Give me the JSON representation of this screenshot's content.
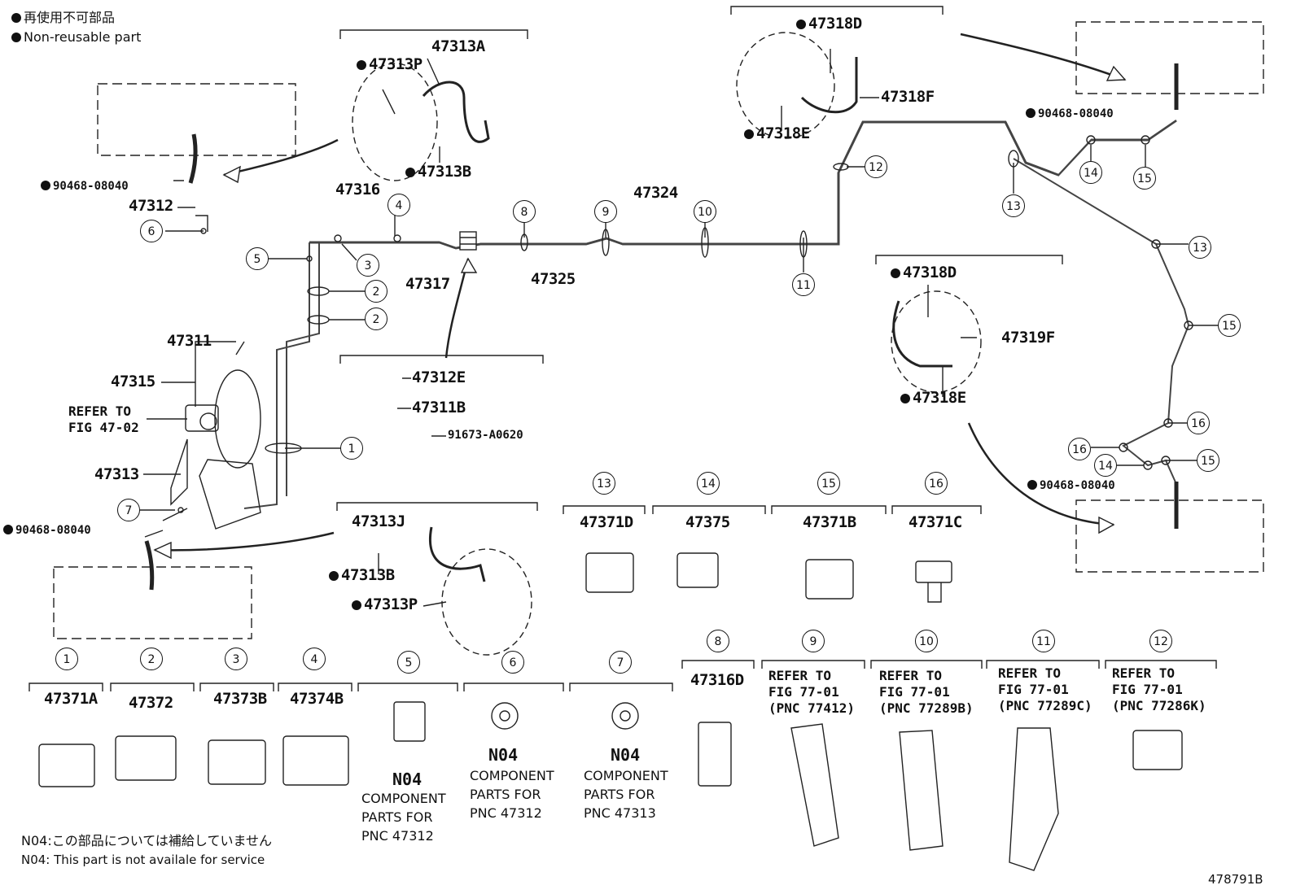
{
  "legend": {
    "line_jp": "再使用不可部品",
    "line_en": "Non-reusable part"
  },
  "footnote": {
    "line_jp": "N04:この部品については補給していません",
    "line_en": "N04: This part is not availale for service"
  },
  "figure_id": "478791B",
  "upper_labels": {
    "p47313A": "47313A",
    "p47313P": "47313P",
    "p47313B": "47313B",
    "p90468_tl": "90468-08040",
    "p47312": "47312",
    "p47316": "47316",
    "p47317": "47317",
    "p47324": "47324",
    "p47325": "47325",
    "p47311": "47311",
    "p47315": "47315",
    "refer_47_02": "REFER TO\nFIG 47-02",
    "p47313": "47313",
    "p90468_bl": "90468-08040",
    "p47318D_top": "47318D",
    "p47318F": "47318F",
    "p47318E_top": "47318E",
    "p90468_tr": "90468-08040",
    "p47318D_mid": "47318D",
    "p47319F": "47319F",
    "p47318E_mid": "47318E",
    "p90468_br": "90468-08040",
    "p47312E": "47312E",
    "p47311B": "47311B",
    "p91673": "91673-A0620",
    "p47313J": "47313J",
    "p47313B_low": "47313B",
    "p47313P_low": "47313P"
  },
  "callouts": [
    "1",
    "2",
    "2",
    "3",
    "4",
    "5",
    "6",
    "7",
    "8",
    "9",
    "10",
    "11",
    "12",
    "13",
    "13",
    "14",
    "14",
    "15",
    "15",
    "15",
    "16",
    "16"
  ],
  "parts_row_mid": [
    {
      "num": "13",
      "pn": "47371D"
    },
    {
      "num": "14",
      "pn": "47375"
    },
    {
      "num": "15",
      "pn": "47371B"
    },
    {
      "num": "16",
      "pn": "47371C"
    }
  ],
  "parts_row_bottom": [
    {
      "num": "1",
      "pn": "47371A"
    },
    {
      "num": "2",
      "pn": "47372"
    },
    {
      "num": "3",
      "pn": "47373B"
    },
    {
      "num": "4",
      "pn": "47374B"
    },
    {
      "num": "5",
      "n04": "N04",
      "text": "COMPONENT\nPARTS FOR\nPNC 47312"
    },
    {
      "num": "6",
      "n04": "N04",
      "text": "COMPONENT\nPARTS FOR\nPNC 47312"
    },
    {
      "num": "7",
      "n04": "N04",
      "text": "COMPONENT\nPARTS FOR\nPNC 47313"
    },
    {
      "num": "8",
      "pn": "47316D"
    },
    {
      "num": "9",
      "ref": "REFER TO\nFIG 77-01\n(PNC 77412)"
    },
    {
      "num": "10",
      "ref": "REFER TO\nFIG 77-01\n(PNC 77289B)"
    },
    {
      "num": "11",
      "ref": "REFER TO\nFIG 77-01\n(PNC 77289C)"
    },
    {
      "num": "12",
      "ref": "REFER TO\nFIG 77-01\n(PNC 77286K)"
    }
  ]
}
